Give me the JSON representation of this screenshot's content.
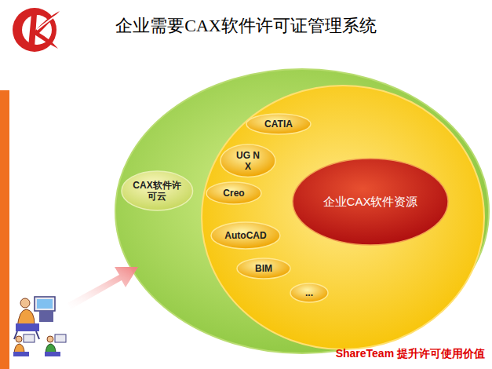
{
  "diagram": {
    "title": "企业需要CAX软件许可证管理系统",
    "nodes": [
      {
        "text": [
          "CAX软件许可云"
        ]
      },
      {
        "text": [
          "CATIA"
        ]
      },
      {
        "text": [
          "UG NX"
        ]
      },
      {
        "text": [
          "Creo"
        ]
      },
      {
        "text": [
          "AutoCAD"
        ]
      },
      {
        "text": [
          "BIM"
        ]
      },
      {
        "text": [
          "..."
        ]
      },
      {
        "text": [
          "企业CAX软件资源"
        ]
      }
    ],
    "labels": [
      "ShareTeam 提升许可使用价值"
    ]
  }
}
